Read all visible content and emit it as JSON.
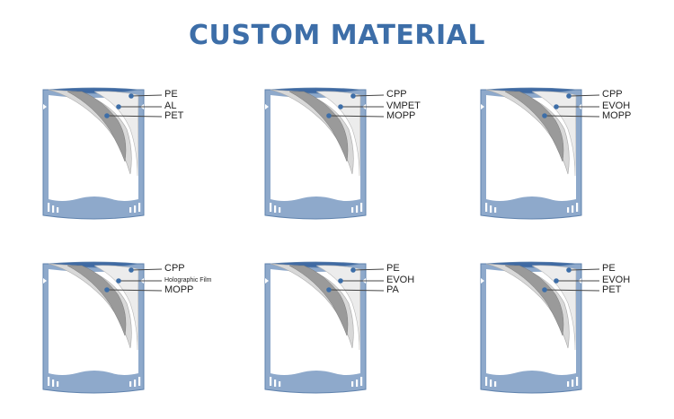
{
  "title": "CUSTOM MATERIAL",
  "colors": {
    "title": "#3d6ea8",
    "pouch_fill": "#8ea9cb",
    "pouch_dark": "#5f82ad",
    "pouch_top": "#3f6aa3",
    "leader_dot": "#3d6ea8"
  },
  "pouches": [
    {
      "layers": [
        "PE",
        "AL",
        "PET"
      ]
    },
    {
      "layers": [
        "CPP",
        "VMPET",
        "MOPP"
      ]
    },
    {
      "layers": [
        "CPP",
        "EVOH",
        "MOPP"
      ]
    },
    {
      "layers": [
        "CPP",
        "Holographic Film",
        "MOPP"
      ]
    },
    {
      "layers": [
        "PE",
        "EVOH",
        "PA"
      ]
    },
    {
      "layers": [
        "PE",
        "EVOH",
        "PET"
      ]
    }
  ]
}
